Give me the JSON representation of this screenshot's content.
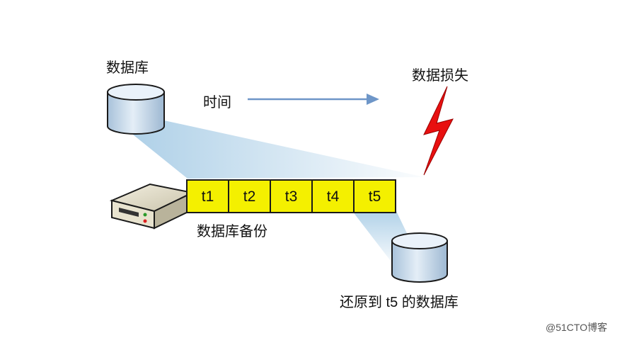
{
  "labels": {
    "database": "数据库",
    "time": "时间",
    "data_loss": "数据损失",
    "database_backup": "数据库备份",
    "restored_db": "还原到 t5 的数据库"
  },
  "segments": [
    "t1",
    "t2",
    "t3",
    "t4",
    "t5"
  ],
  "watermark": "@51CTO博客",
  "colors": {
    "segment_fill": "#f4f000",
    "arrow": "#6e96c8",
    "lightning": "#e81010",
    "cylinder": "#c7d9ea",
    "beam": "#a9cde6"
  }
}
